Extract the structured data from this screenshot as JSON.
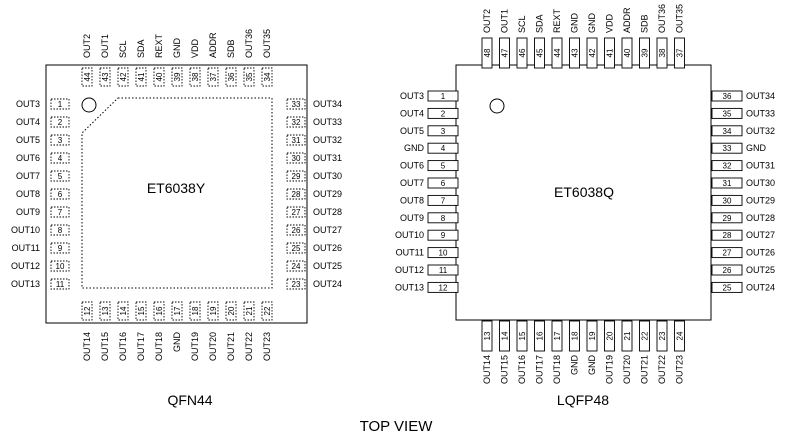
{
  "qfn": {
    "chip_name": "ET6038Y",
    "package_label": "QFN44",
    "left_pins": [
      [
        "1",
        "OUT3"
      ],
      [
        "2",
        "OUT4"
      ],
      [
        "3",
        "OUT5"
      ],
      [
        "4",
        "OUT6"
      ],
      [
        "5",
        "OUT7"
      ],
      [
        "6",
        "OUT8"
      ],
      [
        "7",
        "OUT9"
      ],
      [
        "8",
        "OUT10"
      ],
      [
        "9",
        "OUT11"
      ],
      [
        "10",
        "OUT12"
      ],
      [
        "11",
        "OUT13"
      ]
    ],
    "bottom_pins": [
      [
        "12",
        "OUT14"
      ],
      [
        "13",
        "OUT15"
      ],
      [
        "14",
        "OUT16"
      ],
      [
        "15",
        "OUT17"
      ],
      [
        "16",
        "OUT18"
      ],
      [
        "17",
        "GND"
      ],
      [
        "18",
        "OUT19"
      ],
      [
        "19",
        "OUT20"
      ],
      [
        "20",
        "OUT21"
      ],
      [
        "21",
        "OUT22"
      ],
      [
        "22",
        "OUT23"
      ]
    ],
    "right_pins": [
      [
        "33",
        "OUT34"
      ],
      [
        "32",
        "OUT33"
      ],
      [
        "31",
        "OUT32"
      ],
      [
        "30",
        "OUT31"
      ],
      [
        "29",
        "OUT30"
      ],
      [
        "28",
        "OUT29"
      ],
      [
        "27",
        "OUT28"
      ],
      [
        "26",
        "OUT27"
      ],
      [
        "25",
        "OUT26"
      ],
      [
        "24",
        "OUT25"
      ],
      [
        "23",
        "OUT24"
      ]
    ],
    "top_pins": [
      [
        "44",
        "OUT2"
      ],
      [
        "43",
        "OUT1"
      ],
      [
        "42",
        "SCL"
      ],
      [
        "41",
        "SDA"
      ],
      [
        "40",
        "REXT"
      ],
      [
        "39",
        "GND"
      ],
      [
        "38",
        "VDD"
      ],
      [
        "37",
        "ADDR"
      ],
      [
        "36",
        "SDB"
      ],
      [
        "35",
        "OUT36"
      ],
      [
        "34",
        "OUT35"
      ]
    ]
  },
  "lqfp": {
    "chip_name": "ET6038Q",
    "package_label": "LQFP48",
    "left_pins": [
      [
        "1",
        "OUT3"
      ],
      [
        "2",
        "OUT4"
      ],
      [
        "3",
        "OUT5"
      ],
      [
        "4",
        "GND"
      ],
      [
        "5",
        "OUT6"
      ],
      [
        "6",
        "OUT7"
      ],
      [
        "7",
        "OUT8"
      ],
      [
        "8",
        "OUT9"
      ],
      [
        "9",
        "OUT10"
      ],
      [
        "10",
        "OUT11"
      ],
      [
        "11",
        "OUT12"
      ],
      [
        "12",
        "OUT13"
      ]
    ],
    "bottom_pins": [
      [
        "13",
        "OUT14"
      ],
      [
        "14",
        "OUT15"
      ],
      [
        "15",
        "OUT16"
      ],
      [
        "16",
        "OUT17"
      ],
      [
        "17",
        "OUT18"
      ],
      [
        "18",
        "GND"
      ],
      [
        "19",
        "GND"
      ],
      [
        "20",
        "OUT19"
      ],
      [
        "21",
        "OUT20"
      ],
      [
        "22",
        "OUT21"
      ],
      [
        "23",
        "OUT22"
      ],
      [
        "24",
        "OUT23"
      ]
    ],
    "right_pins": [
      [
        "36",
        "OUT34"
      ],
      [
        "35",
        "OUT33"
      ],
      [
        "34",
        "OUT32"
      ],
      [
        "33",
        "GND"
      ],
      [
        "32",
        "OUT31"
      ],
      [
        "31",
        "OUT30"
      ],
      [
        "30",
        "OUT29"
      ],
      [
        "29",
        "OUT28"
      ],
      [
        "28",
        "OUT27"
      ],
      [
        "27",
        "OUT26"
      ],
      [
        "26",
        "OUT25"
      ],
      [
        "25",
        "OUT24"
      ]
    ],
    "top_pins": [
      [
        "48",
        "OUT2"
      ],
      [
        "47",
        "OUT1"
      ],
      [
        "46",
        "SCL"
      ],
      [
        "45",
        "SDA"
      ],
      [
        "44",
        "REXT"
      ],
      [
        "43",
        "GND"
      ],
      [
        "42",
        "GND"
      ],
      [
        "41",
        "VDD"
      ],
      [
        "40",
        "ADDR"
      ],
      [
        "39",
        "SDB"
      ],
      [
        "38",
        "OUT36"
      ],
      [
        "37",
        "OUT35"
      ]
    ]
  },
  "caption": "TOP VIEW"
}
